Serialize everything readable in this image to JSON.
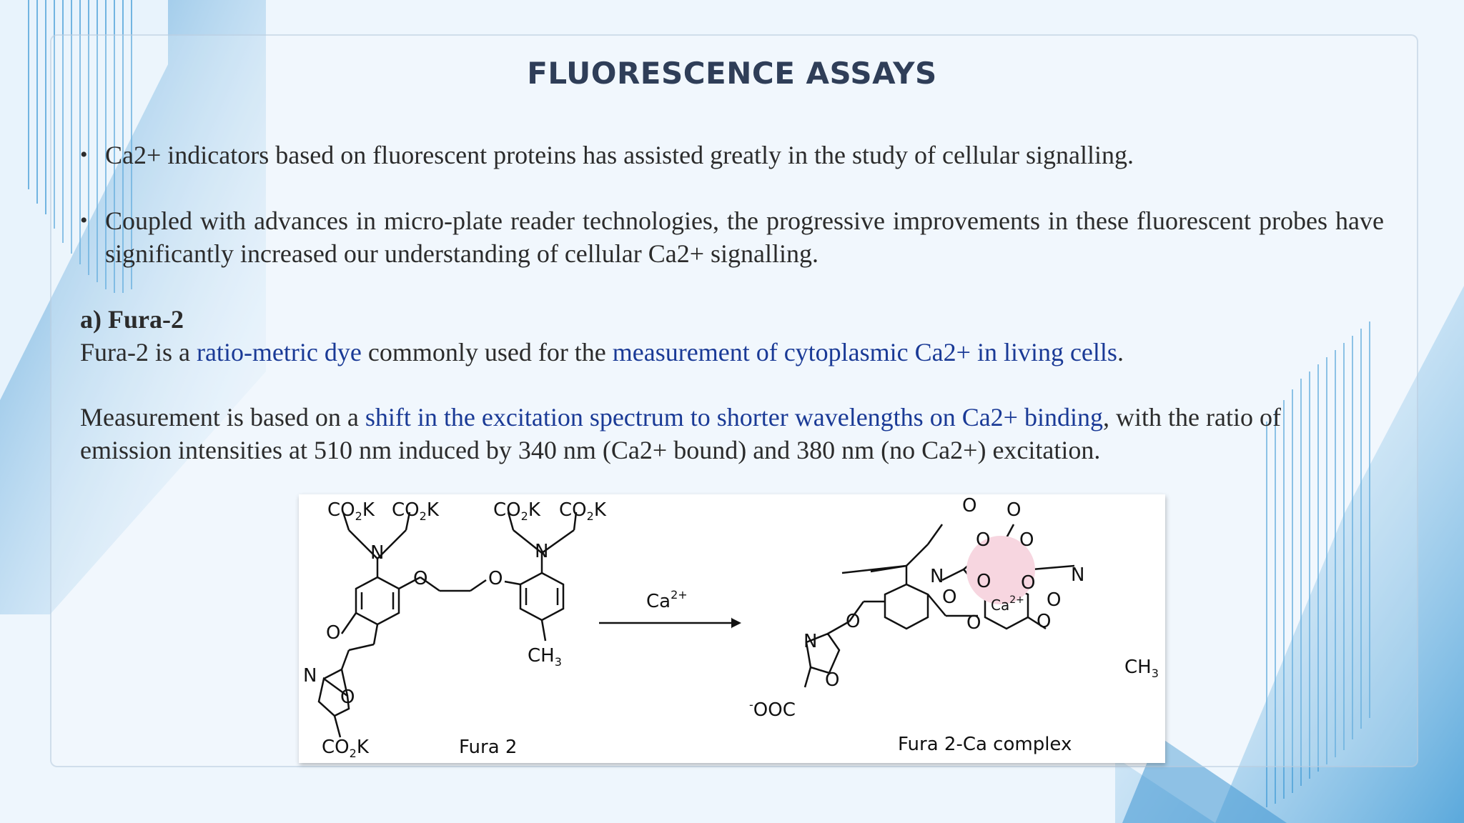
{
  "slide": {
    "title": "FLUORESCENCE ASSAYS",
    "bullets": [
      "Ca2+ indicators based on fluorescent proteins has assisted greatly in the study of cellular signalling.",
      "Coupled with advances in micro-plate reader technologies, the progressive improvements in these fluorescent probes have significantly increased our understanding of cellular Ca2+ signalling."
    ],
    "bullet_glyph": "•",
    "section_heading": "a) Fura-2",
    "para1": {
      "t1": "Fura-2 is a ",
      "h1": "ratio-metric dye",
      "t2": " commonly used for the ",
      "h2": "measurement of cytoplasmic Ca2+ in living cells",
      "t3": "."
    },
    "para2": {
      "t1": "Measurement is based on a ",
      "h1": "shift in the excitation spectrum to shorter wavelengths on Ca2+ binding",
      "t2": ", with the ratio of",
      "line2": "emission intensities at 510 nm induced by 340 nm (Ca2+ bound) and 380 nm (no Ca2+) excitation."
    }
  },
  "figure": {
    "label_left": "Fura 2",
    "label_right": "Fura 2-Ca complex",
    "arrow_label": "Ca",
    "arrow_sup": "2+",
    "ion_label": "Ca",
    "ion_sup": "2+",
    "co2k": "CO",
    "co2k_sub": "2",
    "co2k_tail": "K",
    "ch3": "CH",
    "ch3_sub": "3",
    "ooc": "OOC",
    "ooc_sup": "-",
    "atom_O": "O",
    "atom_N": "N"
  },
  "colors": {
    "title": "#2f3e58",
    "highlight": "#1a3a96",
    "text": "#2b2b2b",
    "accent_blue": "#3f95d2",
    "ion_highlight": "#f7d6e0"
  }
}
